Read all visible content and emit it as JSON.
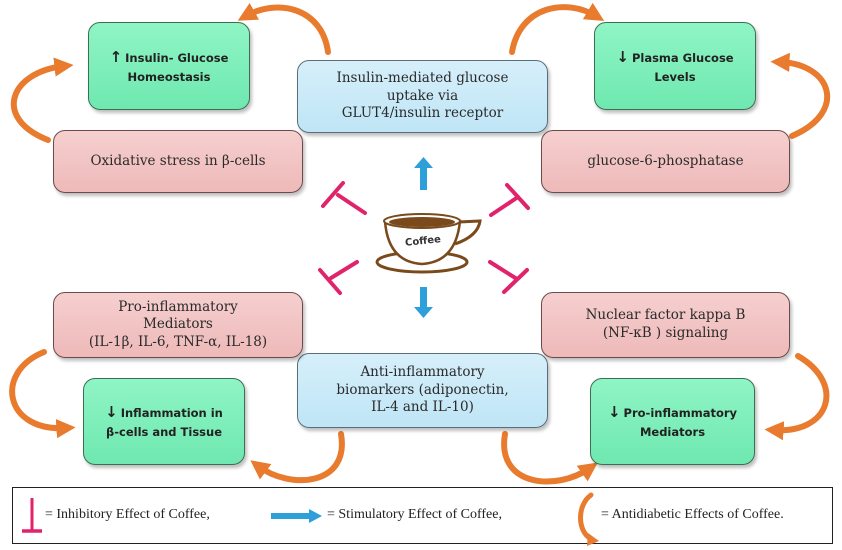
{
  "center": {
    "label": "Coffee",
    "icon": "coffee-cup-icon"
  },
  "boxes": {
    "insulin_glucose_homeostasis": {
      "arrow": "↑",
      "text": "Insulin- Glucose\nHomeostasis",
      "type": "outcome"
    },
    "plasma_glucose_levels": {
      "arrow": "↓",
      "text": "Plasma Glucose\nLevels",
      "type": "outcome"
    },
    "inflammation_beta_cells": {
      "arrow": "↓",
      "text": "Inflammation in\nβ-cells and Tissue",
      "type": "outcome"
    },
    "pro_inflammatory_outcome": {
      "arrow": "↓",
      "text": "Pro-inflammatory\nMediators",
      "type": "outcome"
    },
    "insulin_mediated_uptake": {
      "text": "Insulin-mediated glucose\nuptake via\nGLUT4/insulin receptor",
      "type": "stimulated"
    },
    "anti_inflammatory_biomarkers": {
      "text": "Anti-inflammatory\nbiomarkers (adiponectin,\nIL-4 and IL-10)",
      "type": "stimulated"
    },
    "oxidative_stress": {
      "text": "Oxidative stress in β-cells",
      "type": "inhibited"
    },
    "glucose_6_phosphatase": {
      "text": "glucose-6-phosphatase",
      "type": "inhibited"
    },
    "pro_inflammatory_mediators": {
      "text": "Pro-inflammatory\nMediators\n(IL-1β, IL-6, TNF-α, IL-18)",
      "type": "inhibited"
    },
    "nfkb_signaling": {
      "text": "Nuclear factor kappa B\n(NF-κB ) signaling",
      "type": "inhibited"
    }
  },
  "legend": {
    "inhibitory": "= Inhibitory Effect of Coffee,",
    "stimulatory": "= Stimulatory Effect of Coffee,",
    "antidiabetic": "= Antidiabetic Effects of Coffee."
  },
  "colors": {
    "inhibitory": "#e0236a",
    "stimulatory": "#2e9fd8",
    "antidiabetic": "#e97b2e",
    "outcome_box": "#7aedb8",
    "stimulated_box": "#c9e9f7",
    "inhibited_box": "#f2c3c3",
    "coffee_brown": "#7a4a1c"
  }
}
